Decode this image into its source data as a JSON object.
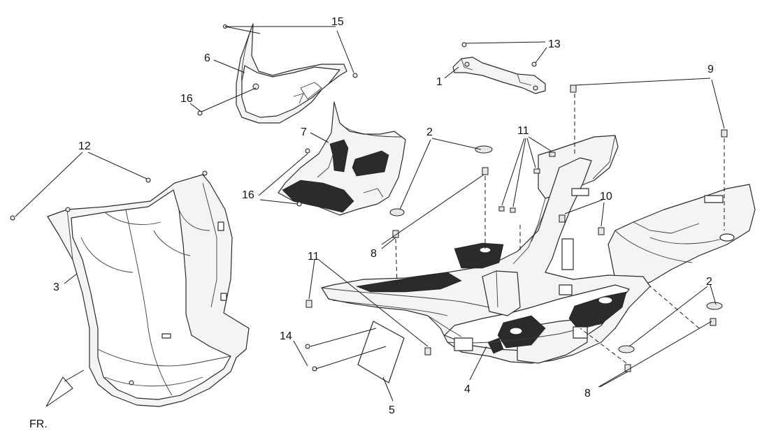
{
  "diagram": {
    "callouts": [
      {
        "id": "c1",
        "text": "1"
      },
      {
        "id": "c2a",
        "text": "2"
      },
      {
        "id": "c2b",
        "text": "2"
      },
      {
        "id": "c3",
        "text": "3"
      },
      {
        "id": "c4",
        "text": "4"
      },
      {
        "id": "c5",
        "text": "5"
      },
      {
        "id": "c6",
        "text": "6"
      },
      {
        "id": "c7",
        "text": "7"
      },
      {
        "id": "c8a",
        "text": "8"
      },
      {
        "id": "c8b",
        "text": "8"
      },
      {
        "id": "c9",
        "text": "9"
      },
      {
        "id": "c10",
        "text": "10"
      },
      {
        "id": "c11a",
        "text": "11"
      },
      {
        "id": "c11b",
        "text": "11"
      },
      {
        "id": "c12",
        "text": "12"
      },
      {
        "id": "c13",
        "text": "13"
      },
      {
        "id": "c14",
        "text": "14"
      },
      {
        "id": "c15",
        "text": "15"
      },
      {
        "id": "c16a",
        "text": "16"
      },
      {
        "id": "c16b",
        "text": "16"
      }
    ],
    "direction_label": "FR."
  }
}
